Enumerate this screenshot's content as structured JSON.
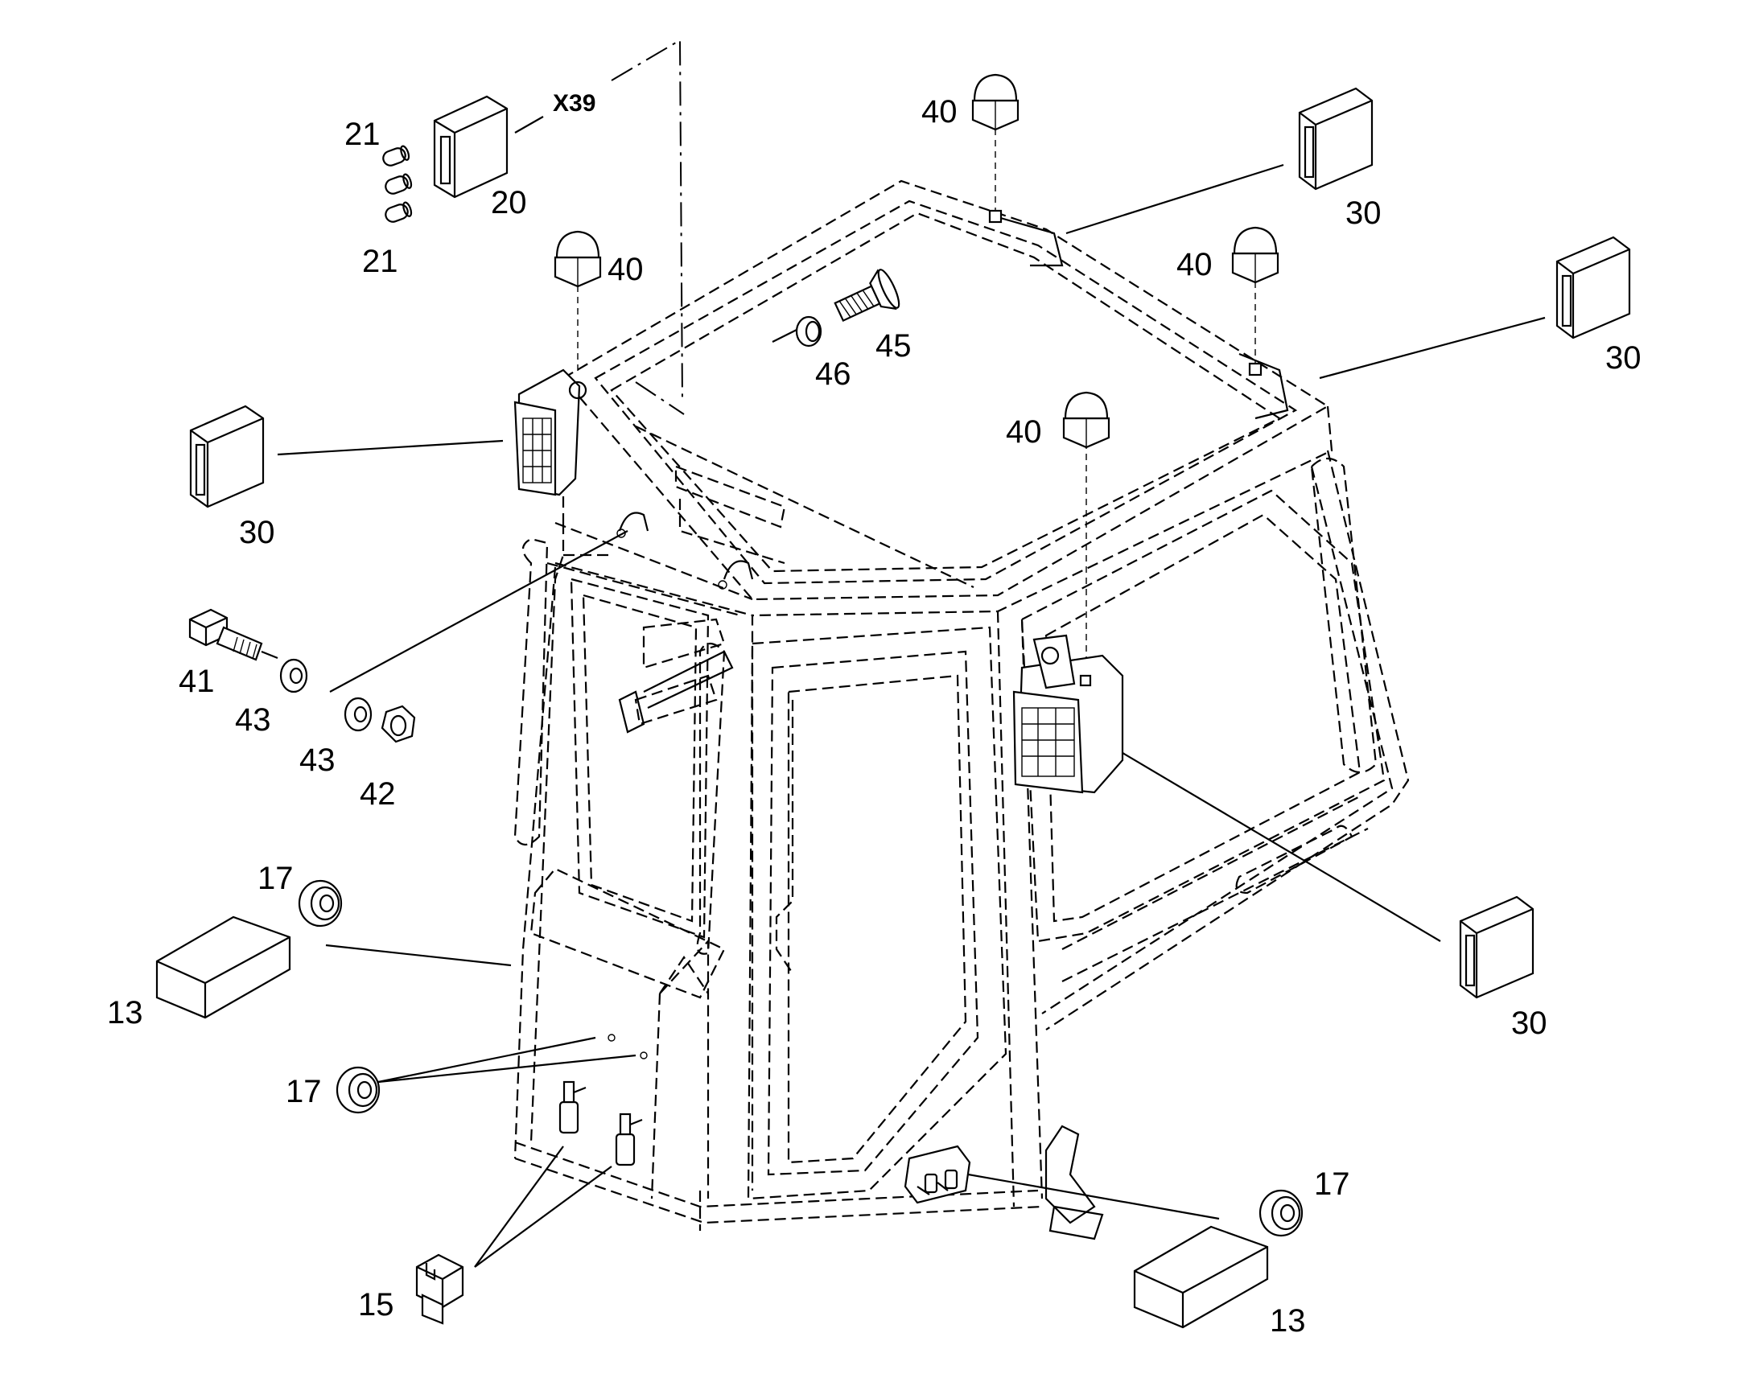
{
  "labels": {
    "connector_x39": "X39",
    "relay_20": "20",
    "pin_21_top": "21",
    "pin_21_bottom": "21",
    "cap_nut_40_left": "40",
    "cap_nut_40_top": "40",
    "cap_nut_40_right": "40",
    "cap_nut_40_center": "40",
    "screw_45": "45",
    "washer_46": "46",
    "light_30_top_right": "30",
    "light_30_right": "30",
    "light_30_left": "30",
    "light_30_bottom_right": "30",
    "bolt_41": "41",
    "washer_43_a": "43",
    "washer_43_b": "43",
    "nut_42": "42",
    "grommet_17_left_top": "17",
    "grommet_17_left": "17",
    "grommet_17_right": "17",
    "speaker_13_left": "13",
    "speaker_13_right": "13",
    "switch_15": "15"
  }
}
